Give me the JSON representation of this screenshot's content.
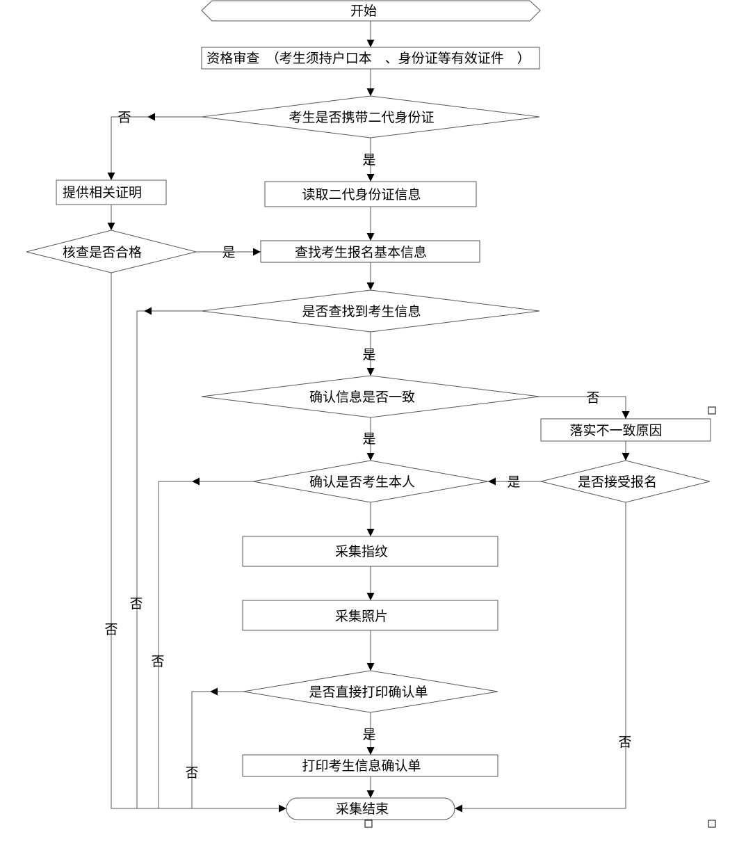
{
  "nodes": {
    "start": "开始",
    "qualify": "资格审查　（考生须持户口本　、身份证等有效证件　）",
    "has_id_card": "考生是否携带二代身份证",
    "provide_proof": "提供相关证明",
    "read_id_card": "读取二代身份证信息",
    "check_pass": "核查是否合格",
    "find_basic_info": "查找考生报名基本信息",
    "found_info": "是否查找到考生信息",
    "info_consistent": "确认信息是否一致",
    "find_cause": "落实不一致原因",
    "is_candidate": "确认是否考生本人",
    "accept_registration": "是否接受报名",
    "collect_fingerprint": "采集指纹",
    "collect_photo": "采集照片",
    "print_directly": "是否直接打印确认单",
    "print_confirmation": "打印考生信息确认单",
    "end": "采集结束"
  },
  "edge_labels": {
    "yes": "是",
    "no": "否"
  },
  "colors": {
    "line": "#555555",
    "text": "#000000",
    "fill": "#ffffff"
  }
}
